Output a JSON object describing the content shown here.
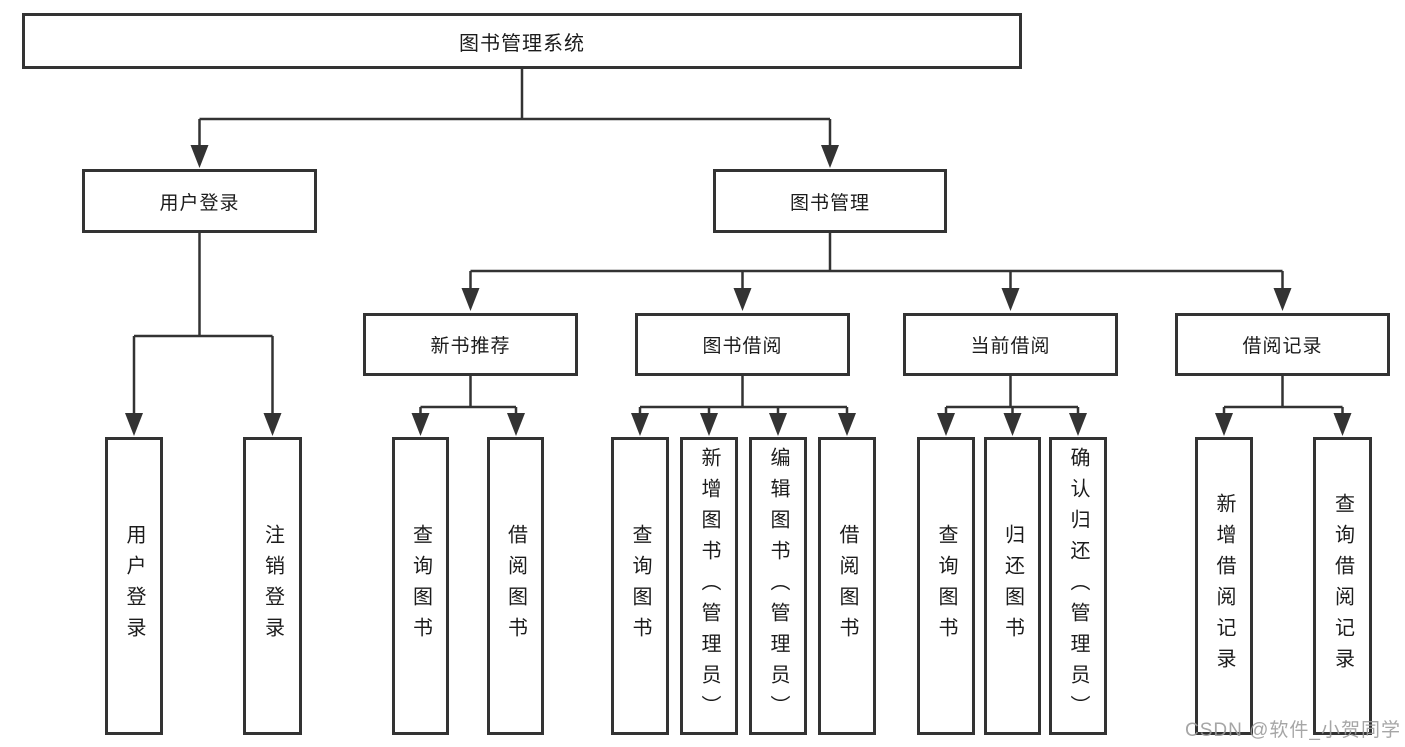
{
  "tree": {
    "root": "图书管理系统",
    "children": [
      {
        "label": "用户登录",
        "children": [
          {
            "label": "用户登录"
          },
          {
            "label": "注销登录"
          }
        ]
      },
      {
        "label": "图书管理",
        "children": [
          {
            "label": "新书推荐",
            "children": [
              {
                "label": "查询图书"
              },
              {
                "label": "借阅图书"
              }
            ]
          },
          {
            "label": "图书借阅",
            "children": [
              {
                "label": "查询图书"
              },
              {
                "label": "新增图书（管理员）"
              },
              {
                "label": "编辑图书（管理员）"
              },
              {
                "label": "借阅图书"
              }
            ]
          },
          {
            "label": "当前借阅",
            "children": [
              {
                "label": "查询图书"
              },
              {
                "label": "归还图书"
              },
              {
                "label": "确认归还（管理员）"
              }
            ]
          },
          {
            "label": "借阅记录",
            "children": [
              {
                "label": "新增借阅记录"
              },
              {
                "label": "查询借阅记录"
              }
            ]
          }
        ]
      }
    ]
  },
  "watermark": {
    "text": "CSDN @软件_小贺同学"
  },
  "colors": {
    "line": "#333333",
    "box_border": "#333333",
    "box_fill": "#ffffff",
    "text": "#1c1c1c",
    "background": "#ffffff",
    "watermark": "#9d9d9d"
  }
}
